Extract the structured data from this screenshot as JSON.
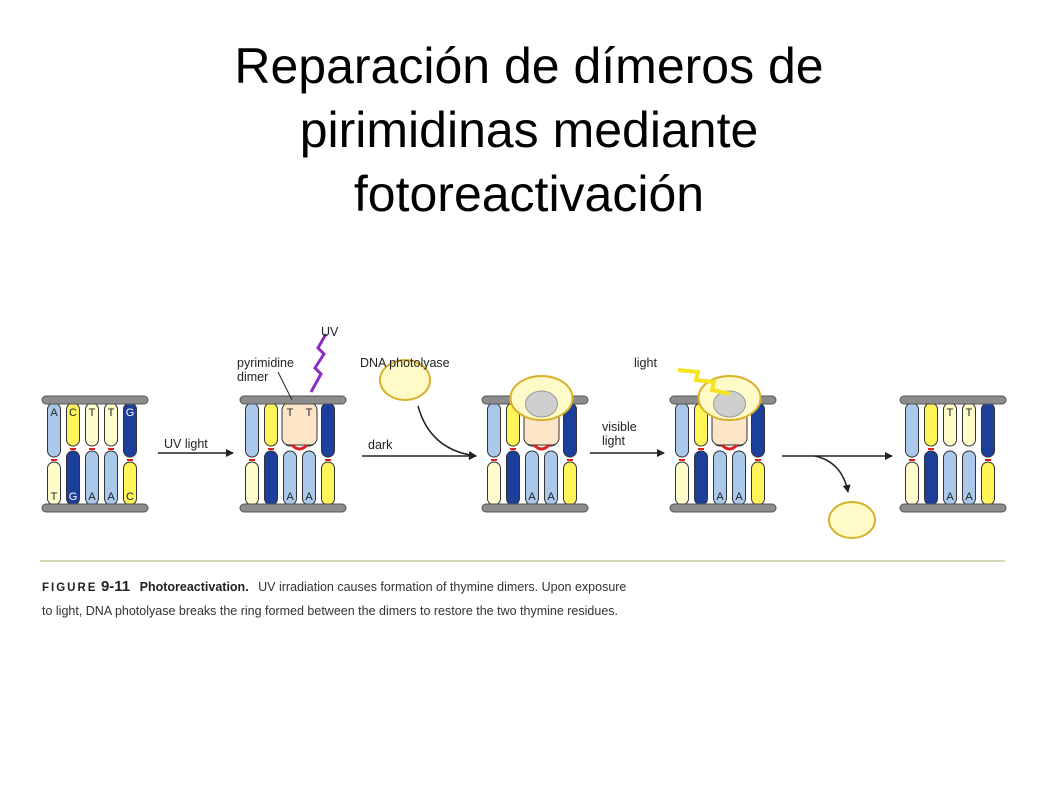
{
  "title_lines": [
    "Reparación de dímeros de",
    "pirimidinas mediante",
    "fotoreactivación"
  ],
  "diagram": {
    "top_strand_bases": [
      "A",
      "C",
      "T",
      "T",
      "G"
    ],
    "bottom_strand_bases": [
      "T",
      "G",
      "A",
      "A",
      "C"
    ],
    "dimer_bases": [
      "T",
      "T"
    ],
    "partner_bases": [
      "A",
      "A"
    ],
    "labels": {
      "uv": "UV",
      "pyrimidine_dimer": [
        "pyrimidine",
        "dimer"
      ],
      "dna_photolyase": "DNA photolyase",
      "uv_light": "UV light",
      "dark": "dark",
      "light": "light",
      "visible_light": [
        "visible",
        "light"
      ]
    },
    "colors": {
      "rail": "#8c8c8c",
      "adenine": "#a9c8ea",
      "cytosine": "#fff45a",
      "thymine": "#fffccc",
      "guanine": "#1c3f9c",
      "enzyme": "#fffbc8",
      "enzyme_outline": "#d8b02a",
      "red": "#dd1f1f",
      "uv_ray": "#8d2bc7",
      "light_ray": "#f6e51e",
      "rule": "#b0c48a"
    }
  },
  "caption": {
    "figure_label": "FIGURE",
    "figure_number": "9-11",
    "figure_name": "Photoreactivation.",
    "text_line1": "UV irradiation causes formation of thymine dimers. Upon exposure",
    "text_line2": "to light, DNA photolyase breaks the ring formed between the dimers to restore the two thymine residues."
  }
}
